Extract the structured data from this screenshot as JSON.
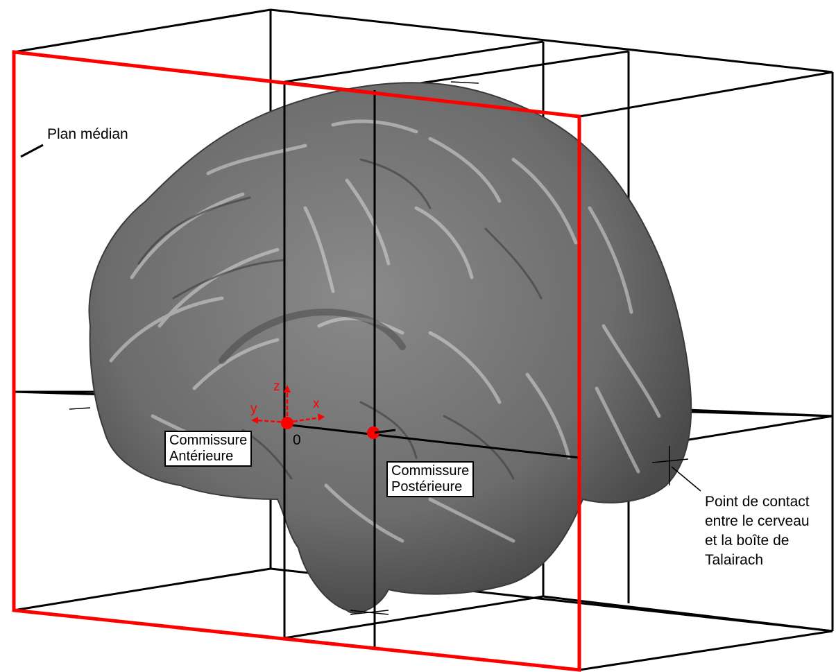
{
  "labels": {
    "median_plane": "Plan médian",
    "origin": "0",
    "axis_x": "x",
    "axis_y": "y",
    "axis_z": "z",
    "ac_line1": "Commissure",
    "ac_line2": "Antérieure",
    "pc_line1": "Commissure",
    "pc_line2": "Postérieure",
    "contact_line1": "Point de contact",
    "contact_line2": "entre le cerveau",
    "contact_line3": "et la boîte de",
    "contact_line4": "Talairach"
  },
  "colors": {
    "grid": "#000000",
    "median_plane": "#ff0000",
    "markers": "#ff0000",
    "brain": "#6f6f6f",
    "brain_highlight": "#d9d9d9"
  }
}
